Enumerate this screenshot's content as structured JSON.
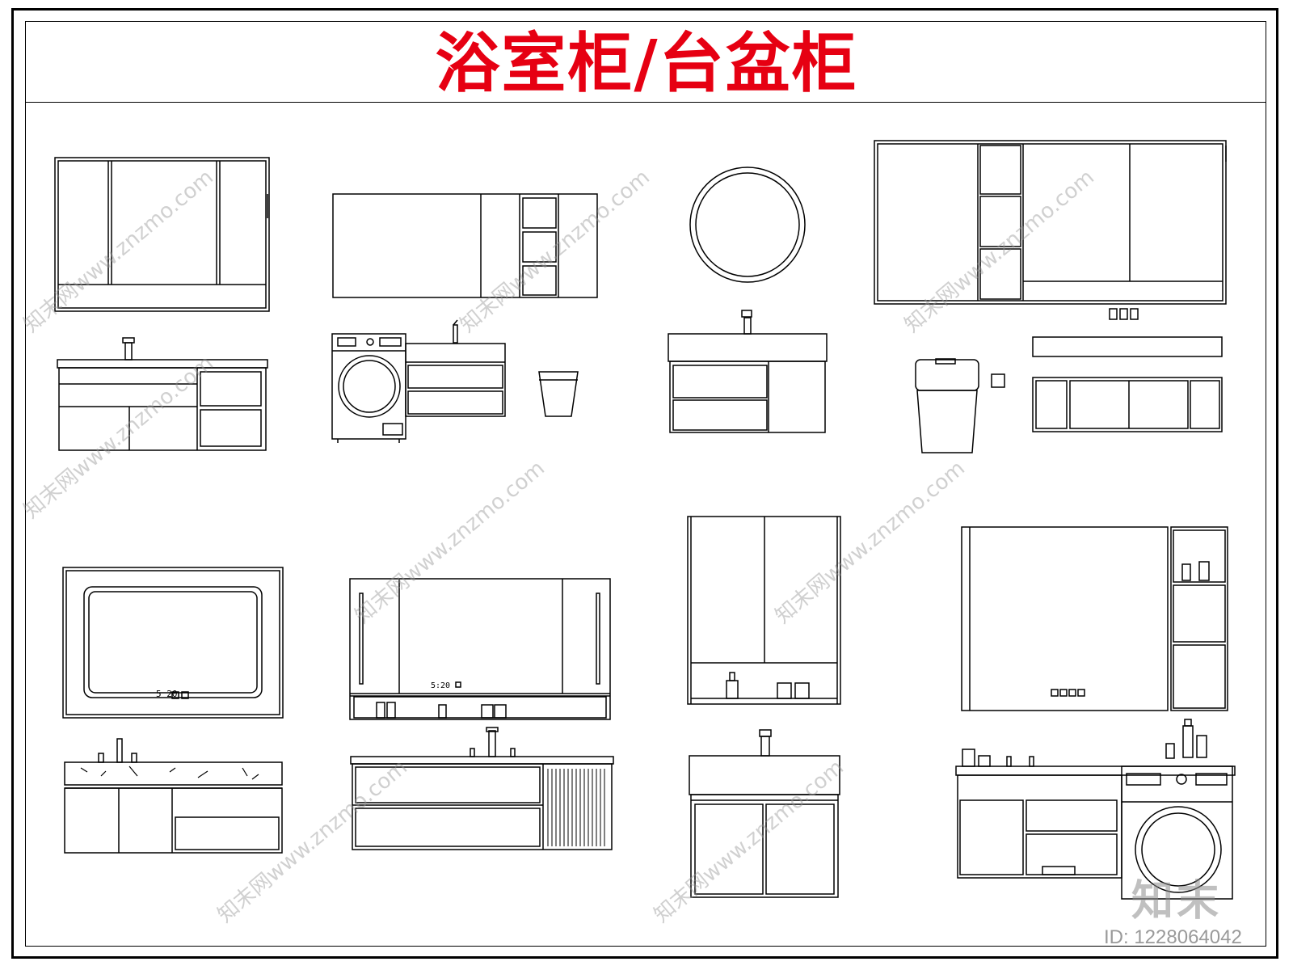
{
  "title": "浴室柜/台盆柜",
  "watermark": "知末网www.znzmo.com",
  "logo_text": "知末",
  "id_text": "ID: 1228064042",
  "mirror_display_time": "5 20",
  "mirror_display_time_2": "5:20",
  "colors": {
    "title": "#e60012",
    "lines": "#000000",
    "watermark": "#969696"
  }
}
